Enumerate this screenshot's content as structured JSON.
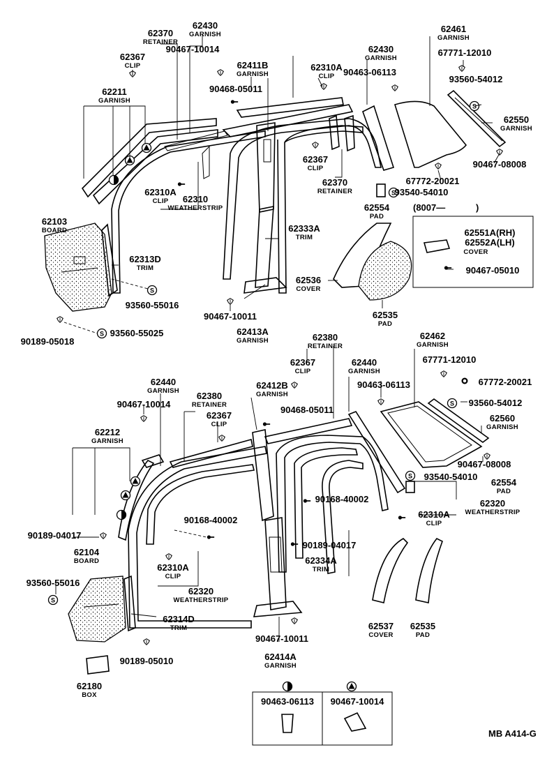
{
  "labels": {
    "p62370a": {
      "num": "62370",
      "name": "RETAINER"
    },
    "p62430a": {
      "num": "62430",
      "name": "GARNISH"
    },
    "p90467_10014a": {
      "num": "90467-10014"
    },
    "p62367a": {
      "num": "62367",
      "name": "CLIP"
    },
    "p62211": {
      "num": "62211",
      "name": "GARNISH"
    },
    "p62310a": {
      "num": "62310",
      "name": "WEATHERSTRIP"
    },
    "p62411b": {
      "num": "62411B",
      "name": "GARNISH"
    },
    "p62310Aa": {
      "num": "62310A",
      "name": "CLIP"
    },
    "p90468_05011a": {
      "num": "90468-05011"
    },
    "p62430b": {
      "num": "62430",
      "name": "GARNISH"
    },
    "p90463_06113a": {
      "num": "90463-06113"
    },
    "p62461": {
      "num": "62461",
      "name": "GARNISH"
    },
    "p67771_12010a": {
      "num": "67771-12010"
    },
    "p93560_54012a": {
      "num": "93560-54012"
    },
    "p62550": {
      "num": "62550",
      "name": "GARNISH"
    },
    "p90467_08008a": {
      "num": "90467-08008"
    },
    "p67772_20021a": {
      "num": "67772-20021"
    },
    "p93540_54010a": {
      "num": "93540-54010"
    },
    "p62554a": {
      "num": "62554",
      "name": "PAD"
    },
    "p62367b": {
      "num": "62367",
      "name": "CLIP"
    },
    "p62370b": {
      "num": "62370",
      "name": "RETAINER"
    },
    "p62310Ab": {
      "num": "62310A",
      "name": "CLIP"
    },
    "p62310b": {
      "num": "62310",
      "name": "WEATHERSTRIP"
    },
    "p62103": {
      "num": "62103",
      "name": "BOARD"
    },
    "p62313d": {
      "num": "62313D",
      "name": "TRIM"
    },
    "p93560_55016a": {
      "num": "93560-55016"
    },
    "p90189_05018": {
      "num": "90189-05018"
    },
    "p93560_55025": {
      "num": "93560-55025"
    },
    "p62333a": {
      "num": "62333A",
      "name": "TRIM"
    },
    "p90467_10011a": {
      "num": "90467-10011"
    },
    "p62413a": {
      "num": "62413A",
      "name": "GARNISH"
    },
    "p62536": {
      "num": "62536",
      "name": "COVER"
    },
    "p62535a": {
      "num": "62535",
      "name": "PAD"
    },
    "p62551": {
      "num": "62551A",
      "suffix": "(RH)"
    },
    "p62552": {
      "num": "62552A",
      "suffix": "(LH)",
      "name": "COVER"
    },
    "p90467_05010": {
      "num": "90467-05010"
    },
    "p62380a": {
      "num": "62380",
      "name": "RETAINER"
    },
    "p62367c": {
      "num": "62367",
      "name": "CLIP"
    },
    "p62440a": {
      "num": "62440",
      "name": "GARNISH"
    },
    "p90463_06113b": {
      "num": "90463-06113"
    },
    "p62462": {
      "num": "62462",
      "name": "GARNISH"
    },
    "p67771_12010b": {
      "num": "67771-12010"
    },
    "p67772_20021b": {
      "num": "67772-20021"
    },
    "p93560_54012b": {
      "num": "93560-54012"
    },
    "p62560": {
      "num": "62560",
      "name": "GARNISH"
    },
    "p90467_08008b": {
      "num": "90467-08008"
    },
    "p93540_54010b": {
      "num": "93540-54010"
    },
    "p62554b": {
      "num": "62554",
      "name": "PAD"
    },
    "p62320a": {
      "num": "62320",
      "name": "WEATHERSTRIP"
    },
    "p62310Ac": {
      "num": "62310A",
      "name": "CLIP"
    },
    "p62440b": {
      "num": "62440",
      "name": "GARNISH"
    },
    "p62380b": {
      "num": "62380",
      "name": "RETAINER"
    },
    "p62367d": {
      "num": "62367",
      "name": "CLIP"
    },
    "p62412b": {
      "num": "62412B",
      "name": "GARNISH"
    },
    "p90467_10014b": {
      "num": "90467-10014"
    },
    "p90468_05011b": {
      "num": "90468-05011"
    },
    "p62212": {
      "num": "62212",
      "name": "GARNISH"
    },
    "p90168_40002a": {
      "num": "90168-40002"
    },
    "p90168_40002b": {
      "num": "90168-40002"
    },
    "p90189_04017a": {
      "num": "90189-04017"
    },
    "p90189_04017b": {
      "num": "90189-04017"
    },
    "p62104": {
      "num": "62104",
      "name": "BOARD"
    },
    "p62334a": {
      "num": "62334A",
      "name": "TRIM"
    },
    "p93560_55016b": {
      "num": "93560-55016"
    },
    "p62310Ad": {
      "num": "62310A",
      "name": "CLIP"
    },
    "p62320b": {
      "num": "62320",
      "name": "WEATHERSTRIP"
    },
    "p62537": {
      "num": "62537",
      "name": "COVER"
    },
    "p62535b": {
      "num": "62535",
      "name": "PAD"
    },
    "p62314d": {
      "num": "62314D",
      "name": "TRIM"
    },
    "p90189_05010": {
      "num": "90189-05010"
    },
    "p90467_10011b": {
      "num": "90467-10011"
    },
    "p62414a": {
      "num": "62414A",
      "name": "GARNISH"
    },
    "p62180": {
      "num": "62180",
      "name": "BOX"
    }
  },
  "inset_8007": {
    "label": "(8007—",
    "close": ")"
  },
  "legend": {
    "half_symbol_part": "90463-06113",
    "triangle_symbol_part": "90467-10014"
  },
  "footer_code": "MB  A414-G",
  "s_symbol": "S"
}
